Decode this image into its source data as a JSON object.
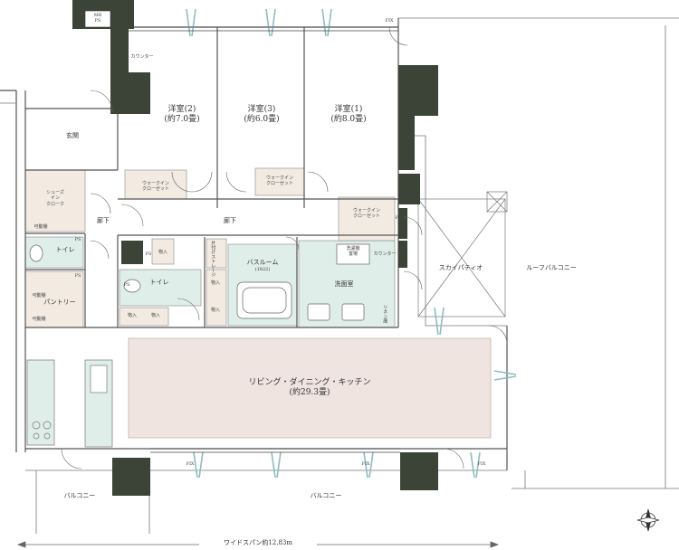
{
  "rooms": {
    "western2": {
      "name": "洋室(2)",
      "size": "(約7.0畳)"
    },
    "western3": {
      "name": "洋室(3)",
      "size": "(約6.0畳)"
    },
    "western1": {
      "name": "洋室(1)",
      "size": "(約8.0畳)"
    },
    "entrance": "玄関",
    "shoes_in_closet": [
      "シューズ",
      "イン",
      "クローク"
    ],
    "movable_shelf": "可動棚",
    "hallway": "廊下",
    "toilet": "トイレ",
    "pantry": "パントリー",
    "storage": "物入",
    "bathroom": {
      "name": "バスルーム",
      "size": "(1822)"
    },
    "washroom": "洗面室",
    "washer": [
      "洗濯機",
      "置場"
    ],
    "counter": "カウンター",
    "linen": "リネン庫",
    "katazuke": "片付けストレージ",
    "walkin": [
      "ウォークイン",
      "クローゼット"
    ],
    "sky_patio": "スカイパティオ",
    "roof_balcony": "ルーフバルコニー",
    "ldk": {
      "name": "リビング・ダイニング・キッチン",
      "size": "(約29.3畳)"
    },
    "balcony": "バルコニー",
    "mb_ps": [
      "MB",
      "PS"
    ],
    "ps": "PS",
    "fix": "FIX"
  },
  "span_label": "ワイドスパン約12.83m",
  "colors": {
    "wall": "#3b4437",
    "ldk_floor": "#f0e4e0",
    "wet_area": "#dfeee8",
    "closet": "#f3ebe2",
    "glass": "#8fbcc0"
  }
}
